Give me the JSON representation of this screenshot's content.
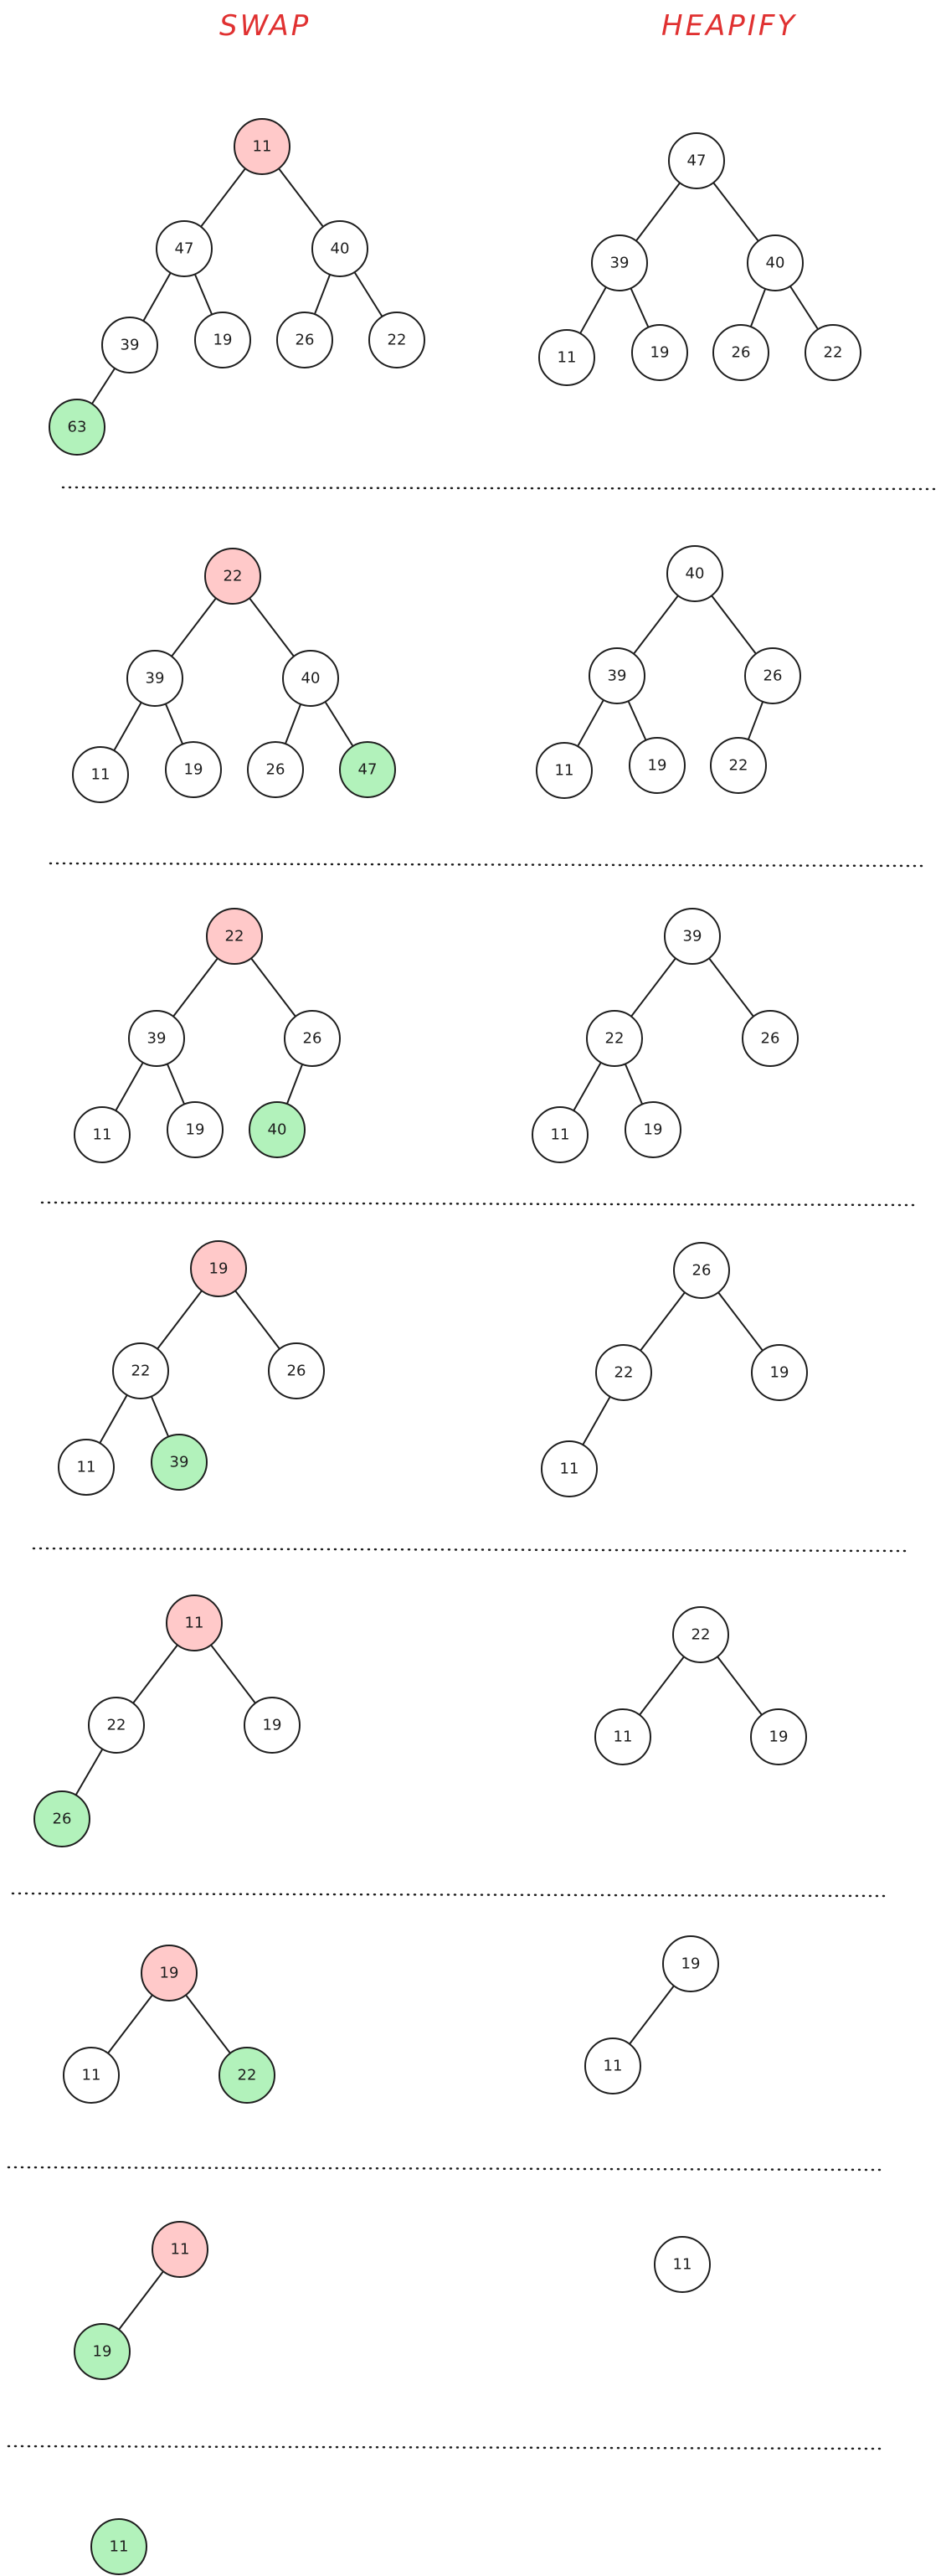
{
  "headers": {
    "swap": "SWAP",
    "heapify": "HEAPIFY"
  },
  "colors": {
    "header": "#e03131",
    "stroke": "#1e1e1e",
    "highlight_top": "#ffc9c9",
    "highlight_moved": "#b2f2bb",
    "node_fill": "#ffffff"
  },
  "steps": [
    {
      "swap": {
        "root": "11",
        "tree": [
          [
            "11",
            "47",
            "40"
          ],
          [
            "47",
            "39",
            "19"
          ],
          [
            "40",
            "26",
            "22"
          ],
          [
            "39",
            "63",
            null
          ]
        ],
        "top": "11",
        "moved": "63"
      },
      "heapify": {
        "root": "47",
        "tree": [
          [
            "47",
            "39",
            "40"
          ],
          [
            "39",
            "11",
            "19"
          ],
          [
            "40",
            "26",
            "22"
          ]
        ]
      }
    },
    {
      "swap": {
        "root": "22",
        "tree": [
          [
            "22",
            "39",
            "40"
          ],
          [
            "39",
            "11",
            "19"
          ],
          [
            "40",
            "26",
            "47"
          ]
        ],
        "top": "22",
        "moved": "47"
      },
      "heapify": {
        "root": "40",
        "tree": [
          [
            "40",
            "39",
            "26"
          ],
          [
            "39",
            "11",
            "19"
          ],
          [
            "26",
            "22",
            null
          ]
        ]
      }
    },
    {
      "swap": {
        "root": "22",
        "tree": [
          [
            "22",
            "39",
            "26"
          ],
          [
            "39",
            "11",
            "19"
          ],
          [
            "26",
            "40",
            null
          ]
        ],
        "top": "22",
        "moved": "40"
      },
      "heapify": {
        "root": "39",
        "tree": [
          [
            "39",
            "22",
            "26"
          ],
          [
            "22",
            "11",
            "19"
          ]
        ]
      }
    },
    {
      "swap": {
        "root": "19",
        "tree": [
          [
            "19",
            "22",
            "26"
          ],
          [
            "22",
            "11",
            "39"
          ]
        ],
        "top": "19",
        "moved": "39"
      },
      "heapify": {
        "root": "26",
        "tree": [
          [
            "26",
            "22",
            "19"
          ],
          [
            "22",
            "11",
            null
          ]
        ]
      }
    },
    {
      "swap": {
        "root": "11",
        "tree": [
          [
            "11",
            "22",
            "19"
          ],
          [
            "22",
            "26",
            null
          ]
        ],
        "top": "11",
        "moved": "26"
      },
      "heapify": {
        "root": "22",
        "tree": [
          [
            "22",
            "11",
            "19"
          ]
        ]
      }
    },
    {
      "swap": {
        "root": "19",
        "tree": [
          [
            "19",
            "11",
            "22"
          ]
        ],
        "top": "19",
        "moved": "22"
      },
      "heapify": {
        "root": "19",
        "tree": [
          [
            "19",
            "11",
            null
          ]
        ]
      }
    },
    {
      "swap": {
        "root": "11",
        "tree": [
          [
            "11",
            "19",
            null
          ]
        ],
        "top": "11",
        "moved": "19"
      },
      "heapify": {
        "root": "11",
        "tree": []
      }
    },
    {
      "swap": {
        "root": "11",
        "tree": [],
        "top": null,
        "moved": "11"
      },
      "heapify": null
    }
  ]
}
